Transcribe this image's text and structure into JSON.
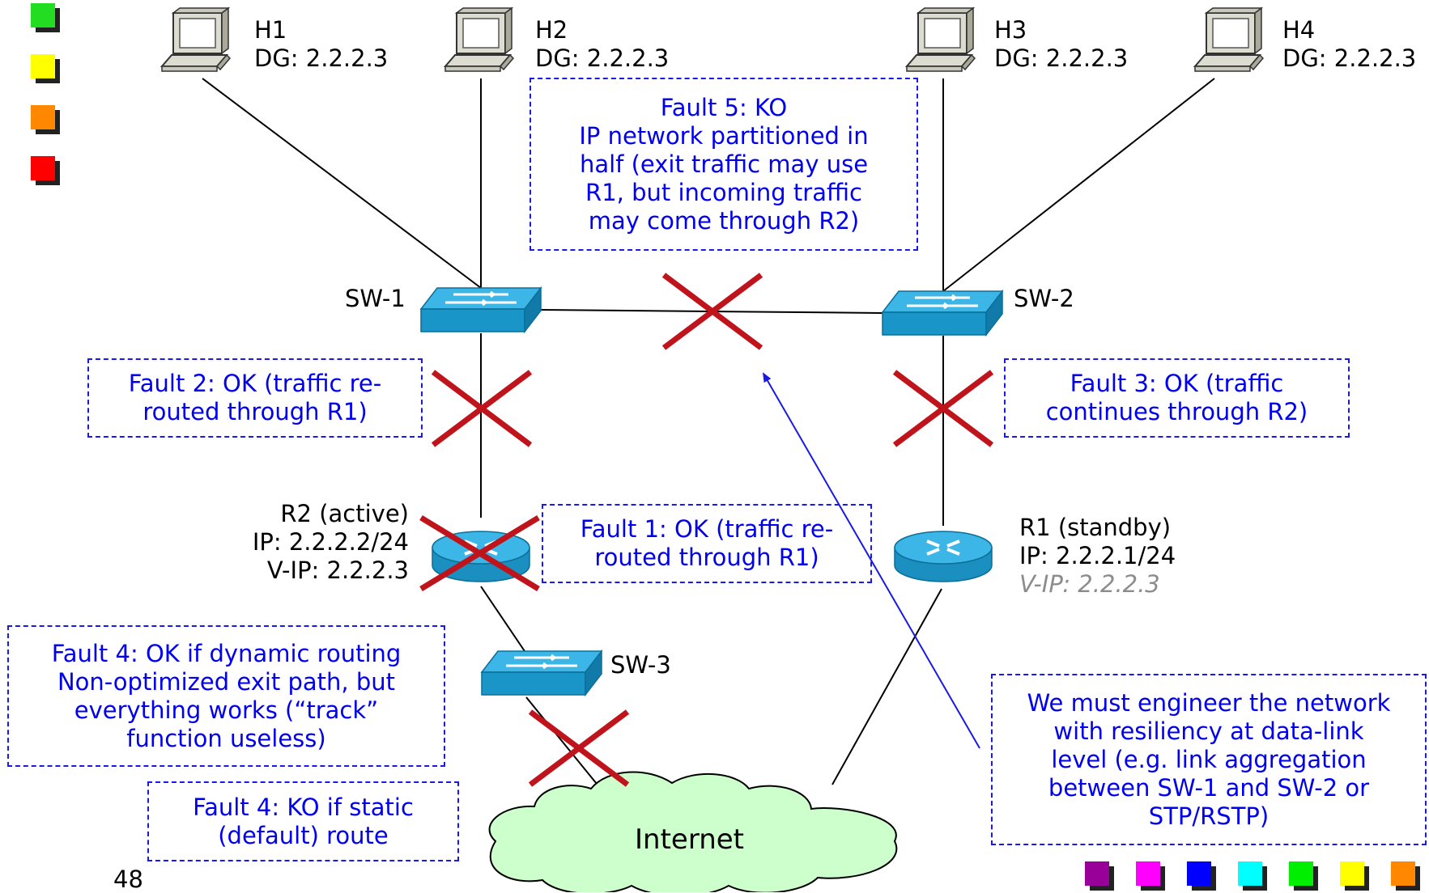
{
  "hosts": [
    {
      "name": "H1",
      "dg": "DG: 2.2.2.3"
    },
    {
      "name": "H2",
      "dg": "DG: 2.2.2.3"
    },
    {
      "name": "H3",
      "dg": "DG: 2.2.2.3"
    },
    {
      "name": "H4",
      "dg": "DG: 2.2.2.3"
    }
  ],
  "switches": {
    "sw1": "SW-1",
    "sw2": "SW-2",
    "sw3": "SW-3"
  },
  "routers": {
    "r2": {
      "name": "R2 (active)",
      "ip": "IP: 2.2.2.2/24",
      "vip": "V-IP: 2.2.2.3"
    },
    "r1": {
      "name": "R1 (standby)",
      "ip": "IP: 2.2.2.1/24",
      "vip": "V-IP: 2.2.2.3"
    }
  },
  "cloud": "Internet",
  "faults": {
    "f5": [
      "Fault 5: KO",
      "IP network partitioned in",
      "half (exit traffic may use",
      "R1, but incoming traffic",
      "may come through R2)"
    ],
    "f2": [
      "Fault 2: OK (traffic re-",
      "routed through R1)"
    ],
    "f3": [
      "Fault 3: OK (traffic",
      "continues through R2)"
    ],
    "f1": [
      "Fault 1: OK (traffic re-",
      "routed through R1)"
    ],
    "f4a": [
      "Fault 4: OK if dynamic routing",
      "Non-optimized exit path, but",
      "everything works (“track”",
      "function useless)"
    ],
    "f4b": [
      "Fault 4: KO if static",
      "(default) route"
    ],
    "note": [
      "We must engineer the network",
      "with resiliency at data-link",
      "level (e.g. link aggregation",
      "between SW-1 and SW-2 or",
      "STP/RSTP)"
    ]
  },
  "page_number": "48",
  "colors": {
    "fault_box": "#1a1ae6",
    "fault_text": "#0000ee",
    "cross": "#c0141c",
    "switch": "#1ba1d8",
    "cloud": "#ccffcc",
    "vip_standby": "#8c8c8c"
  },
  "bullet_colors": [
    "#22dd22",
    "#ffff00",
    "#ff8800",
    "#ff0000"
  ],
  "footer_colors": [
    "#990099",
    "#ff00ff",
    "#0000ff",
    "#00ffff",
    "#00ee00",
    "#ffff00",
    "#ff8800"
  ]
}
